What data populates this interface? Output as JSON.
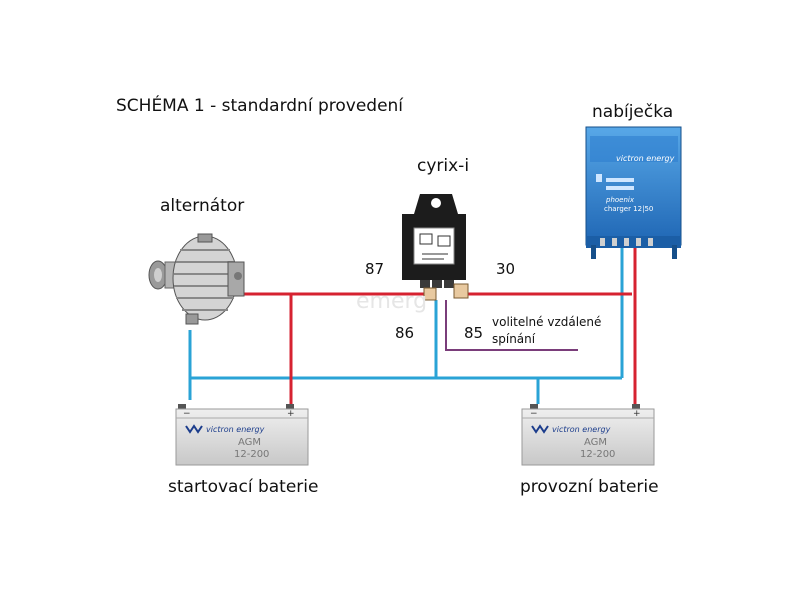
{
  "title": "SCHÉMA 1 - standardní provedení",
  "labels": {
    "alternator": "alternátor",
    "relay": "cyrix-i",
    "charger": "nabíječka",
    "start_battery": "startovací baterie",
    "service_battery": "provozní baterie"
  },
  "pins": {
    "p87": "87",
    "p30": "30",
    "p86": "86",
    "p85": "85"
  },
  "remote": {
    "line1": "volitelné vzdálené",
    "line2": "spínání"
  },
  "charger_device": {
    "brand": "victron energy",
    "model_line1": "phoenix",
    "model_line2": "charger 12|50"
  },
  "battery": {
    "brand": "victron energy",
    "model_line1": "AGM",
    "model_line2": "12-200",
    "minus": "−",
    "plus": "+"
  },
  "watermark": "emerg",
  "colors": {
    "positive_wire": "#d62230",
    "negative_wire": "#2aa3d6",
    "signal_wire": "#7a3d7a",
    "charger_body": "#2b77c7",
    "relay_body": "#1c1c1c",
    "battery_body": "#dcdcdc"
  },
  "icons": {
    "alternator": "alternator-icon",
    "relay": "relay-icon",
    "charger": "charger-icon",
    "battery": "battery-icon"
  }
}
